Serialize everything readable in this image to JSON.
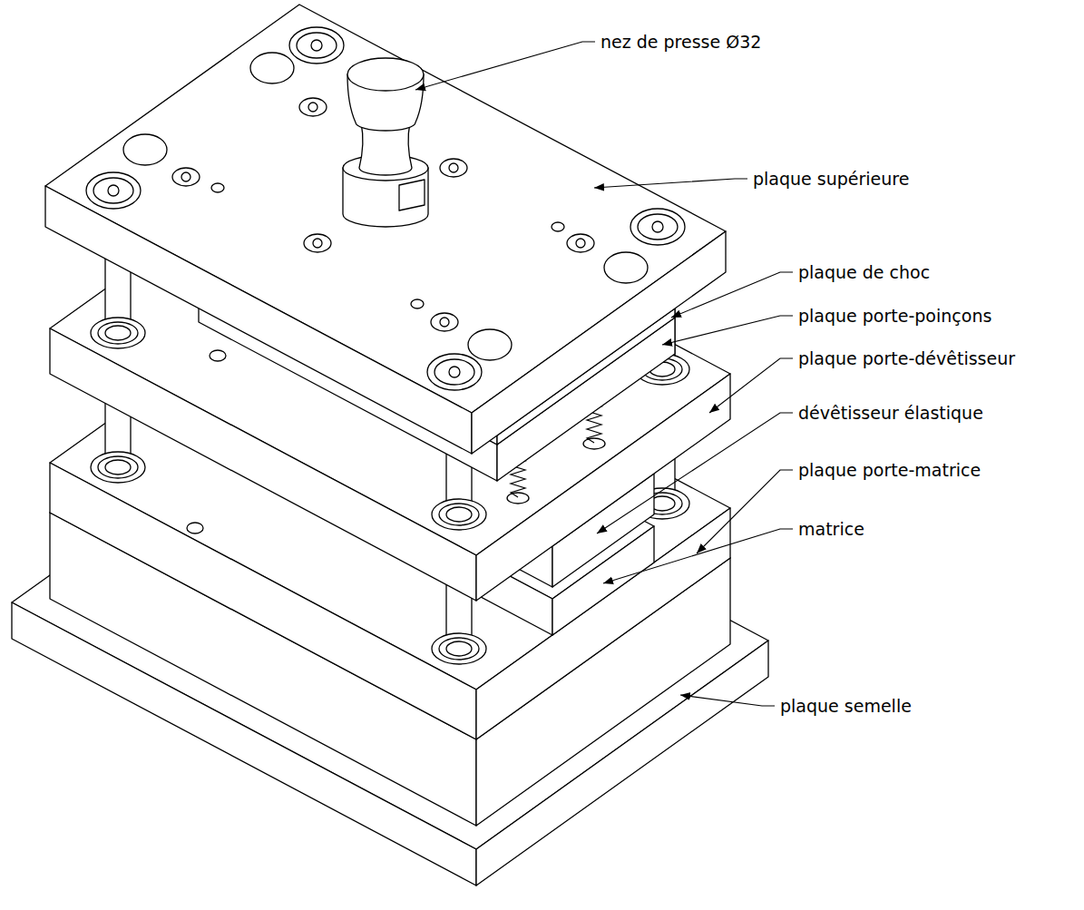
{
  "diagram": {
    "labels": [
      "nez de presse Ø32",
      "plaque supérieure",
      "plaque de choc",
      "plaque porte-poinçons",
      "plaque porte-dévêtisseur",
      "dévêtisseur élastique",
      "plaque porte-matrice",
      "matrice",
      "plaque semelle"
    ]
  }
}
